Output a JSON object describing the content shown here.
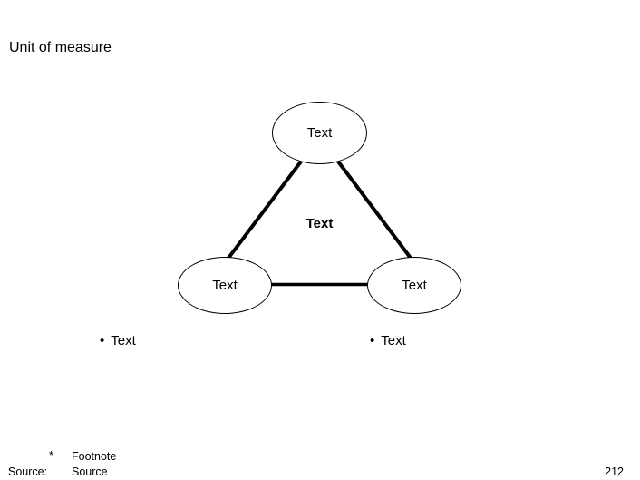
{
  "slide": {
    "title": "Unit of measure",
    "page_number": "212",
    "footnote_marker": "*",
    "footnote_text": "Footnote",
    "source_label": "Source:",
    "source_text": "Source"
  },
  "diagram": {
    "type": "triangle",
    "center_label": "Text",
    "nodes": [
      {
        "id": "top",
        "label": "Text"
      },
      {
        "id": "bottom-left",
        "label": "Text"
      },
      {
        "id": "bottom-right",
        "label": "Text"
      }
    ],
    "bullets": [
      {
        "char": "•",
        "text": "Text"
      },
      {
        "char": "•",
        "text": "Text"
      }
    ],
    "colors": {
      "stroke": "#000000",
      "node_fill": "#ffffff",
      "background": "#ffffff"
    }
  }
}
